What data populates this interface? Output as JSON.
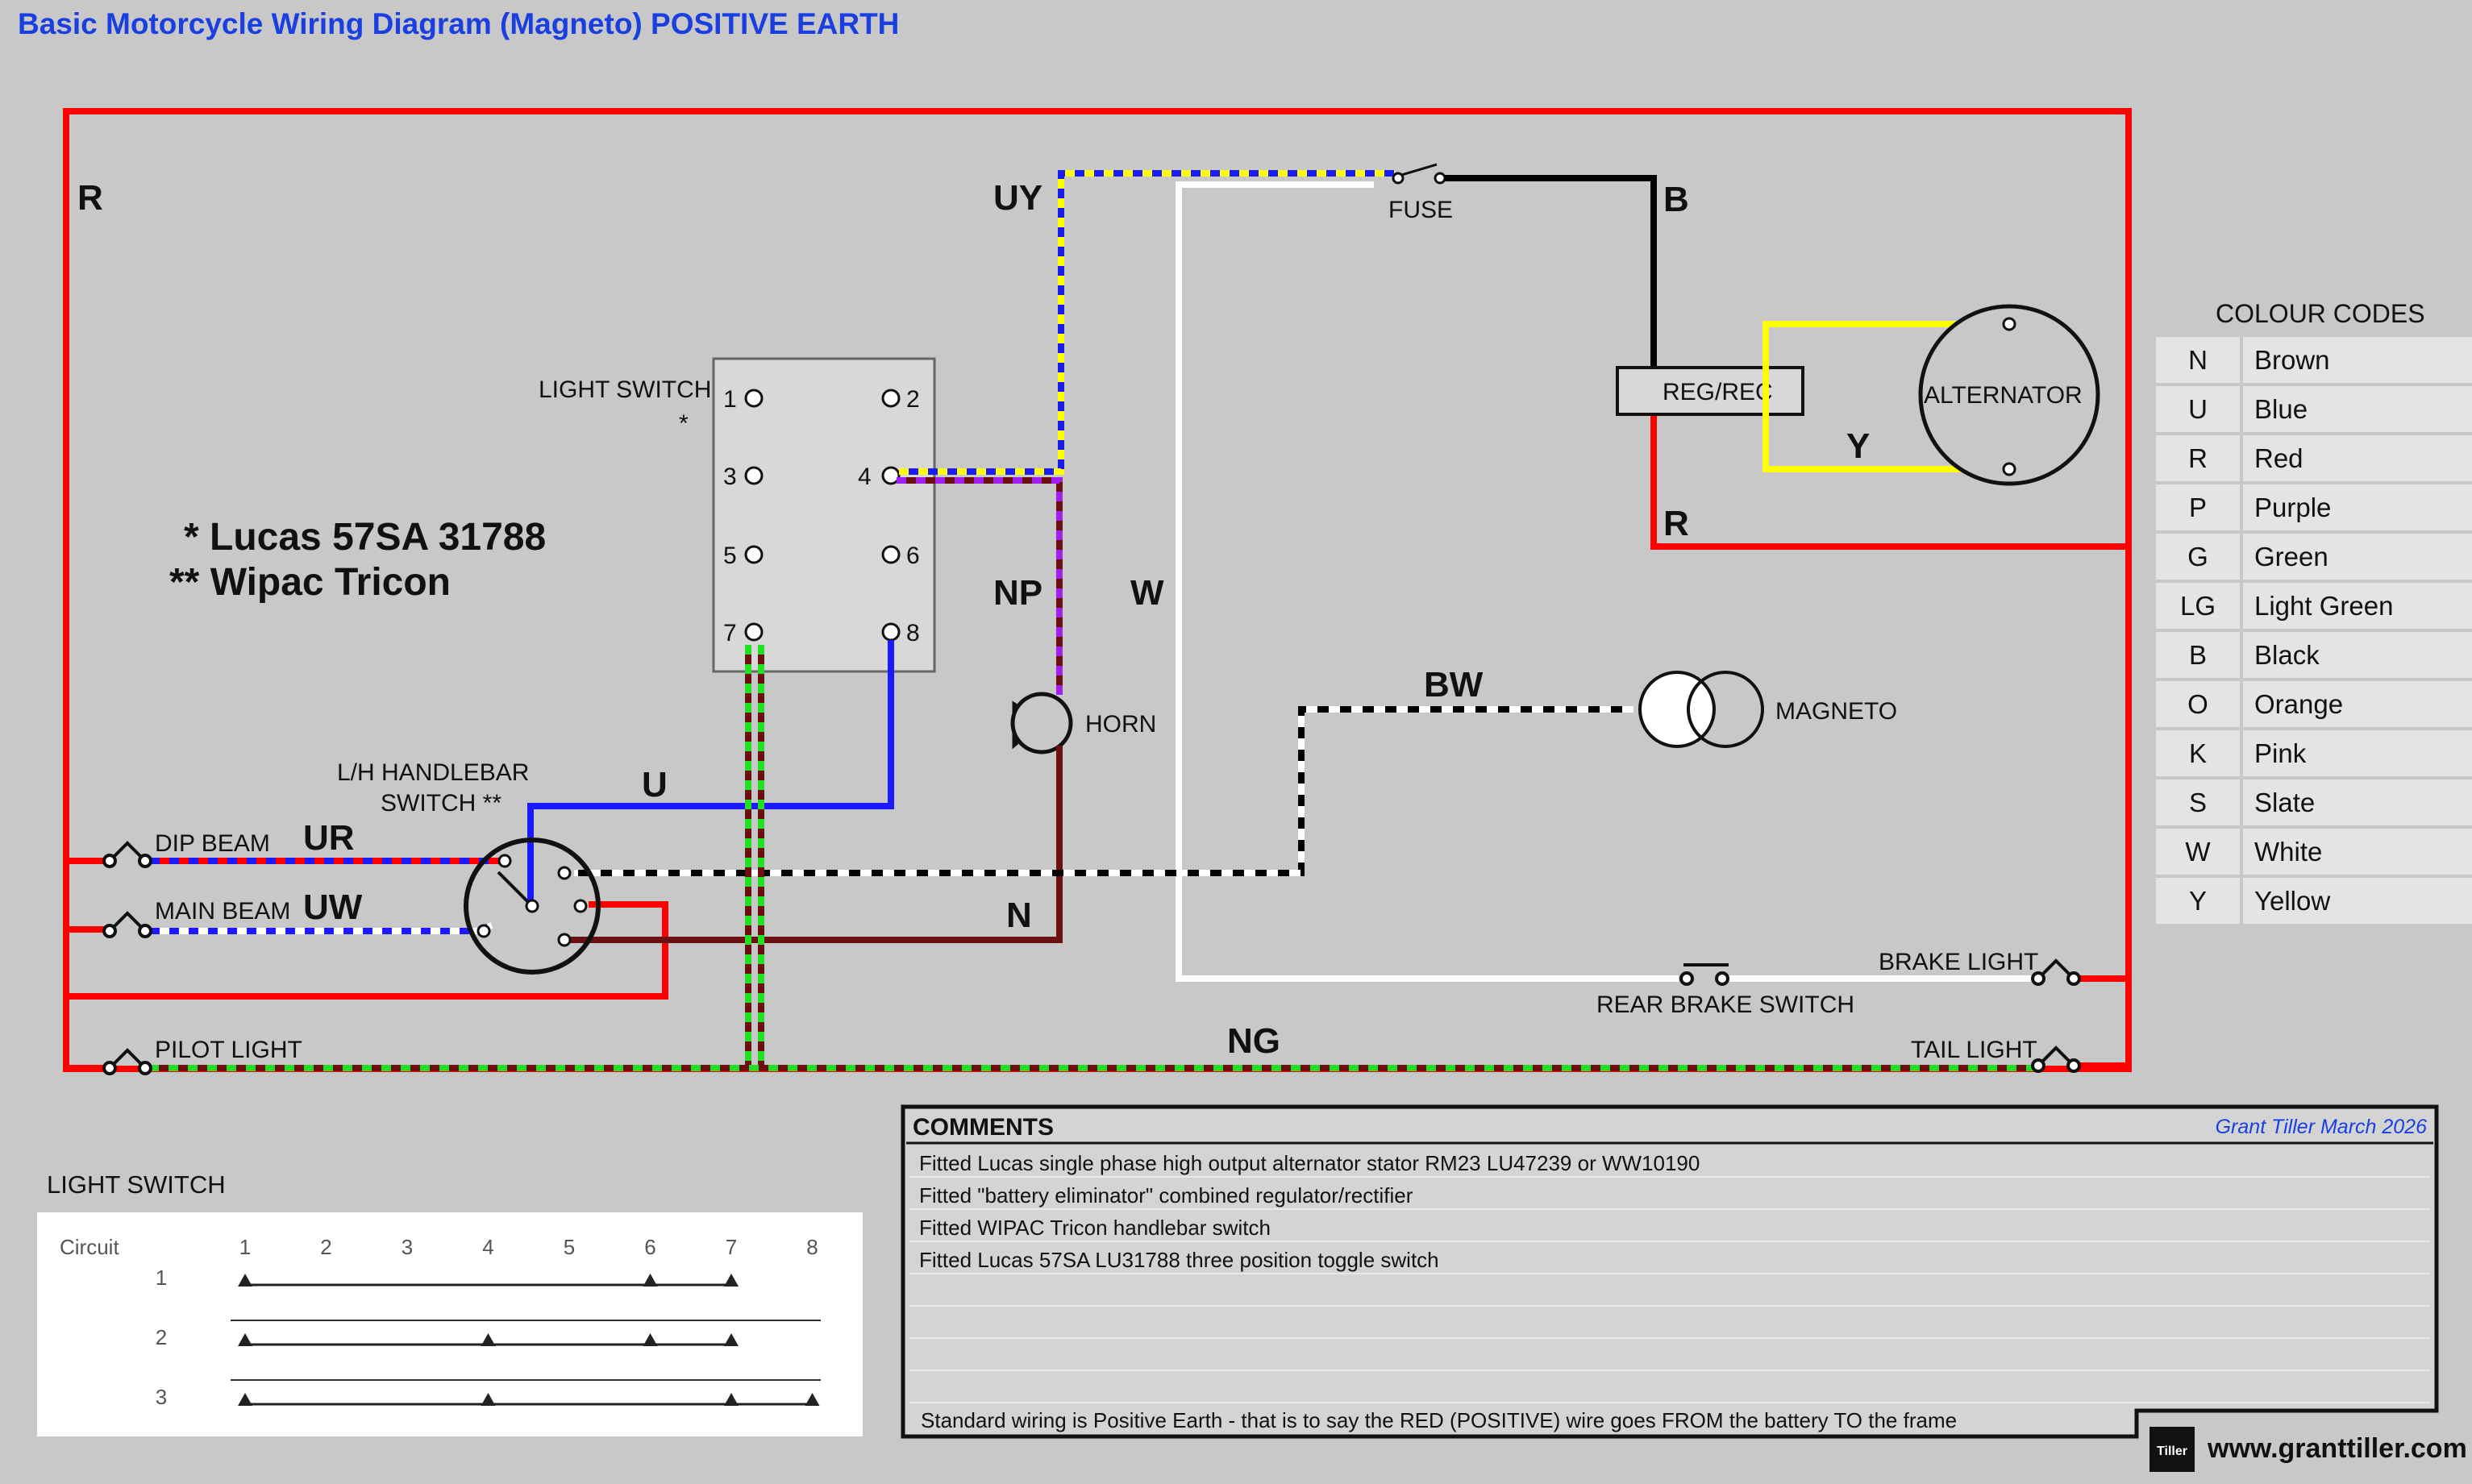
{
  "title": "Basic Motorcycle Wiring Diagram (Magneto) POSITIVE EARTH",
  "notes": {
    "lucas": "* Lucas 57SA 31788",
    "wipac": "** Wipac Tricon"
  },
  "wire_labels": {
    "r_left": "R",
    "uy": "UY",
    "b": "B",
    "y": "Y",
    "r_reg": "R",
    "np": "NP",
    "w": "W",
    "bw": "BW",
    "u": "U",
    "ur": "UR",
    "uw": "UW",
    "n": "N",
    "ng": "NG"
  },
  "components": {
    "fuse": "FUSE",
    "reg_rec": "REG/REC",
    "alternator": "ALTERNATOR",
    "magneto": "MAGNETO",
    "horn": "HORN",
    "light_switch": "LIGHT SWITCH",
    "light_switch_star": "*",
    "handlebar_switch_1": "L/H HANDLEBAR",
    "handlebar_switch_2": "SWITCH  **",
    "dip_beam": "DIP BEAM",
    "main_beam": "MAIN BEAM",
    "pilot_light": "PILOT LIGHT",
    "brake_light": "BRAKE LIGHT",
    "tail_light": "TAIL LIGHT",
    "rear_brake_switch": "REAR BRAKE SWITCH"
  },
  "switch_terminals": [
    "1",
    "2",
    "3",
    "4",
    "5",
    "6",
    "7",
    "8"
  ],
  "colour_codes": {
    "title": "COLOUR CODES",
    "rows": [
      {
        "code": "N",
        "name": "Brown"
      },
      {
        "code": "U",
        "name": "Blue"
      },
      {
        "code": "R",
        "name": "Red"
      },
      {
        "code": "P",
        "name": "Purple"
      },
      {
        "code": "G",
        "name": "Green"
      },
      {
        "code": "LG",
        "name": "Light Green"
      },
      {
        "code": "B",
        "name": "Black"
      },
      {
        "code": "O",
        "name": "Orange"
      },
      {
        "code": "K",
        "name": "Pink"
      },
      {
        "code": "S",
        "name": "Slate"
      },
      {
        "code": "W",
        "name": "White"
      },
      {
        "code": "Y",
        "name": "Yellow"
      }
    ]
  },
  "light_switch_table": {
    "title": "LIGHT SWITCH",
    "header": "Circuit",
    "columns": [
      "1",
      "2",
      "3",
      "4",
      "5",
      "6",
      "7",
      "8"
    ],
    "rows": [
      {
        "circuit": "1",
        "connected": [
          1,
          6,
          7
        ]
      },
      {
        "circuit": "2",
        "connected": [
          1,
          4,
          6,
          7
        ]
      },
      {
        "circuit": "3",
        "connected": [
          1,
          4,
          7,
          8
        ]
      }
    ]
  },
  "comments": {
    "header": "COMMENTS",
    "author": "Grant Tiller March 2026",
    "lines": [
      "Fitted Lucas single phase high output alternator stator RM23 LU47239 or WW10190",
      "Fitted \"battery eliminator\" combined regulator/rectifier",
      "Fitted WIPAC Tricon handlebar switch",
      "Fitted Lucas 57SA LU31788 three position toggle switch",
      "",
      "",
      "",
      ""
    ],
    "footer": "Standard wiring is Positive Earth - that is to say the RED (POSITIVE) wire goes FROM the battery TO the frame"
  },
  "logo": "Tiller",
  "website": "www.granttiller.com",
  "colors": {
    "red": "#ff0000",
    "blue": "#1a1aff",
    "yellow": "#ffff00",
    "black": "#000000",
    "white": "#ffffff",
    "brown": "#6b1010",
    "purple": "#a020f0",
    "green": "#22e022",
    "title_blue": "#1a3fe0"
  }
}
